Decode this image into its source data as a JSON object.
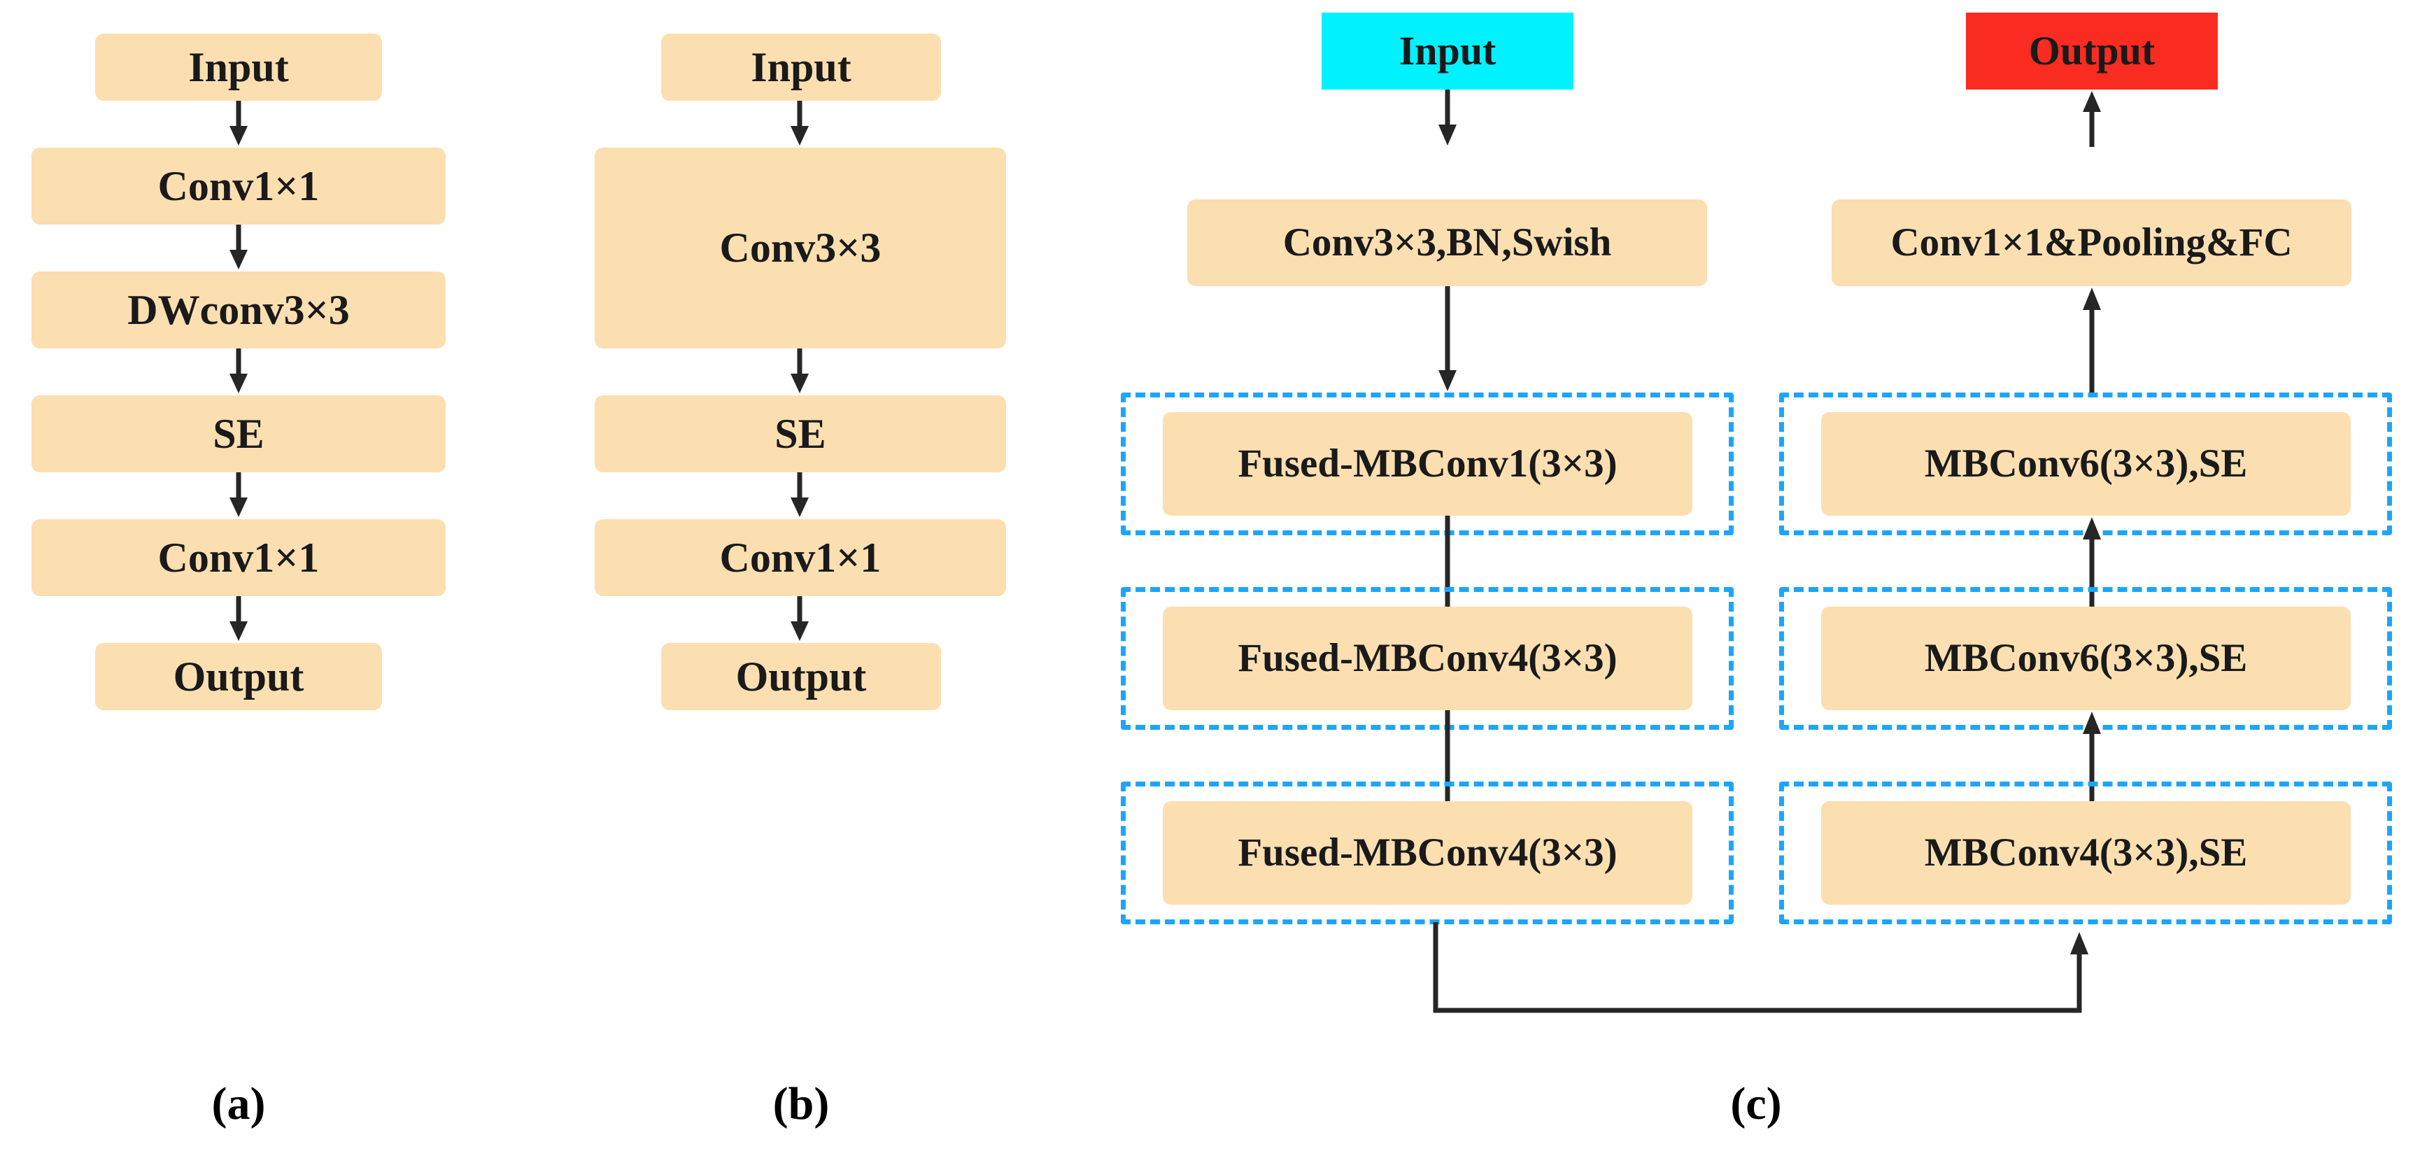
{
  "figure": {
    "type": "neural-network-architecture-diagram",
    "colors": {
      "block_fill": "#fbdfb1",
      "input_fill": "#00f2ff",
      "output_fill": "#fa2b20",
      "dashed_border": "#1ca5fb",
      "arrow": "#262626",
      "text": "#1a1a1a"
    },
    "panels": [
      {
        "id": "a",
        "label": "(a)",
        "nodes": [
          {
            "name": "input",
            "text": "Input"
          },
          {
            "name": "conv1x1-expand",
            "text": "Conv1×1"
          },
          {
            "name": "dwconv3x3",
            "text": "DWconv3×3"
          },
          {
            "name": "se",
            "text": "SE"
          },
          {
            "name": "conv1x1-project",
            "text": "Conv1×1"
          },
          {
            "name": "output",
            "text": "Output"
          }
        ]
      },
      {
        "id": "b",
        "label": "(b)",
        "nodes": [
          {
            "name": "input",
            "text": "Input"
          },
          {
            "name": "conv3x3",
            "text": "Conv3×3"
          },
          {
            "name": "se",
            "text": "SE"
          },
          {
            "name": "conv1x1",
            "text": "Conv1×1"
          },
          {
            "name": "output",
            "text": "Output"
          }
        ]
      },
      {
        "id": "c",
        "label": "(c)",
        "left_stage": [
          {
            "name": "input",
            "text": "Input",
            "style": "cyan"
          },
          {
            "name": "stem",
            "text": "Conv3×3,BN,Swish",
            "style": "block"
          },
          {
            "name": "fused-mbconv1",
            "text": "Fused-MBConv1(3×3)",
            "style": "block",
            "dashed": true
          },
          {
            "name": "fused-mbconv4-a",
            "text": "Fused-MBConv4(3×3)",
            "style": "block",
            "dashed": true
          },
          {
            "name": "fused-mbconv4-b",
            "text": "Fused-MBConv4(3×3)",
            "style": "block",
            "dashed": true
          }
        ],
        "right_stage": [
          {
            "name": "output",
            "text": "Output",
            "style": "red"
          },
          {
            "name": "head",
            "text": "Conv1×1&Pooling&FC",
            "style": "block"
          },
          {
            "name": "mbconv6-a",
            "text": "MBConv6(3×3),SE",
            "style": "block",
            "dashed": true
          },
          {
            "name": "mbconv6-b",
            "text": "MBConv6(3×3),SE",
            "style": "block",
            "dashed": true
          },
          {
            "name": "mbconv4",
            "text": "MBConv4(3×3),SE",
            "style": "block",
            "dashed": true
          }
        ]
      }
    ]
  }
}
